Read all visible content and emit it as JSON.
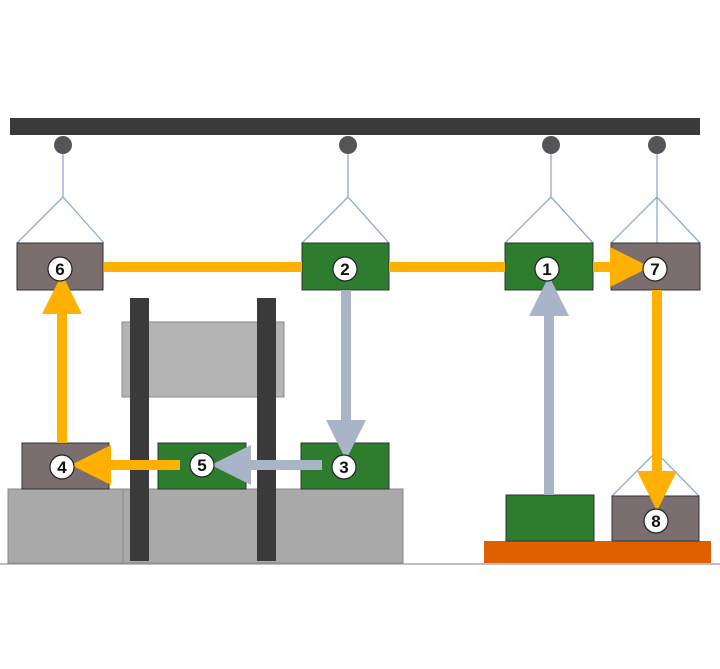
{
  "colors": {
    "rail": "#3a3a3a",
    "wheel": "#555555",
    "cable": "#8fa8d8",
    "green_block": "#2e7d2e",
    "gray_block": "#7a6e6e",
    "press_body": "#b4b4b4",
    "press_column": "#3a3a3a",
    "base": "#a9a9a9",
    "platform": "#e06000",
    "arrow_orange": "#ffb000",
    "arrow_blue": "#aab4c8",
    "floor": "#999999"
  },
  "steps": [
    {
      "id": "1",
      "label": "1"
    },
    {
      "id": "2",
      "label": "2"
    },
    {
      "id": "3",
      "label": "3"
    },
    {
      "id": "4",
      "label": "4"
    },
    {
      "id": "5",
      "label": "5"
    },
    {
      "id": "6",
      "label": "6"
    },
    {
      "id": "7",
      "label": "7"
    },
    {
      "id": "8",
      "label": "8"
    }
  ]
}
